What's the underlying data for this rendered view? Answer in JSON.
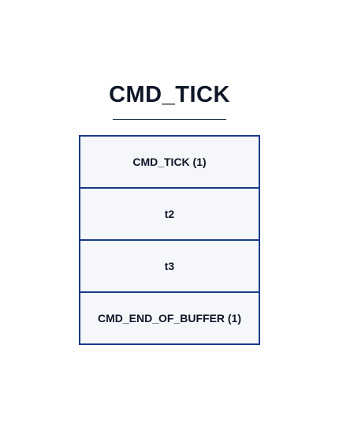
{
  "diagram": {
    "title": "CMD_TICK",
    "cells": [
      "CMD_TICK (1)",
      "t2",
      "t3",
      "CMD_END_OF_BUFFER (1)"
    ],
    "colors": {
      "border": "#1a3a8c",
      "fill": "#f5f7fb",
      "text": "#0e1628"
    }
  }
}
